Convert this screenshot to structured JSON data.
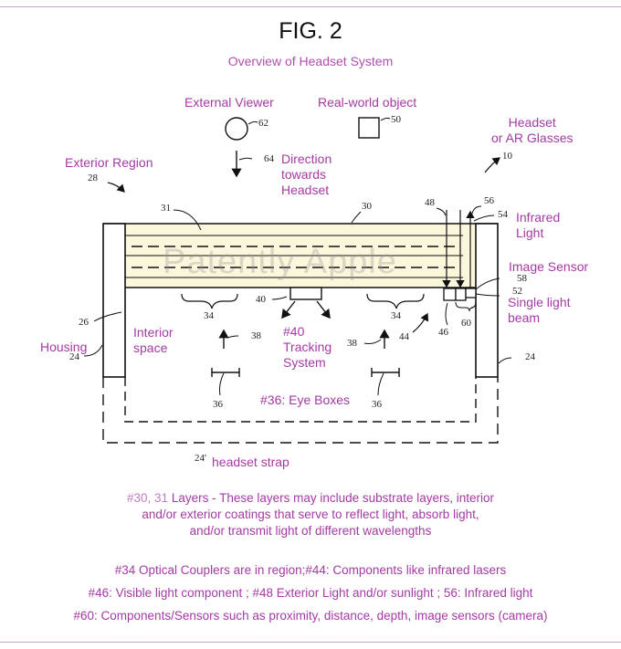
{
  "figure": {
    "title": "FIG. 2",
    "subtitle": "Overview of Headset System"
  },
  "labels": {
    "external_viewer": "External Viewer",
    "real_world_object": "Real-world object",
    "headset": "Headset\nor AR Glasses",
    "exterior_region": "Exterior Region",
    "direction": "Direction\ntowards\nHeadset",
    "infrared_light": "Infrared\nLight",
    "image_sensor": "Image Sensor",
    "single_light_beam": "Single light\nbeam",
    "interior_space": "Interior\nspace",
    "housing": "Housing",
    "tracking_system": "#40\nTracking\nSystem",
    "eye_boxes": "#36: Eye Boxes",
    "headset_strap": "headset strap",
    "watermark": "Patently Apple"
  },
  "numerals": {
    "n62": "62",
    "n50": "50",
    "n10": "10",
    "n28": "28",
    "n64": "64",
    "n31": "31",
    "n30": "30",
    "n48": "48",
    "n56": "56",
    "n54": "54",
    "n58": "58",
    "n52": "52",
    "n60": "60",
    "n40": "40",
    "n26": "26",
    "n24a": "24",
    "n24b": "24",
    "n34a": "34",
    "n34b": "34",
    "n38a": "38",
    "n38b": "38",
    "n44": "44",
    "n46": "46",
    "n36a": "36",
    "n36b": "36",
    "n24p": "24'"
  },
  "notes": {
    "layers_prefix": "#30, 31",
    "layers_text": "Layers - These layers may include substrate layers, interior\nand/or exterior coatings that serve to reflect light, absorb light,\nand/or transmit light of different wavelengths",
    "line1": "#34 Optical Couplers are in region;#44: Components like infrared lasers",
    "line2": "#46: Visible light component ; #48 Exterior Light and/or sunlight ; 56: Infrared light",
    "line3": "#60: Components/Sensors such as proximity, distance, depth, image sensors (camera)"
  },
  "colors": {
    "accent": "#a43aa4",
    "lens_fill": "#fbf7dc",
    "line": "#111111"
  }
}
